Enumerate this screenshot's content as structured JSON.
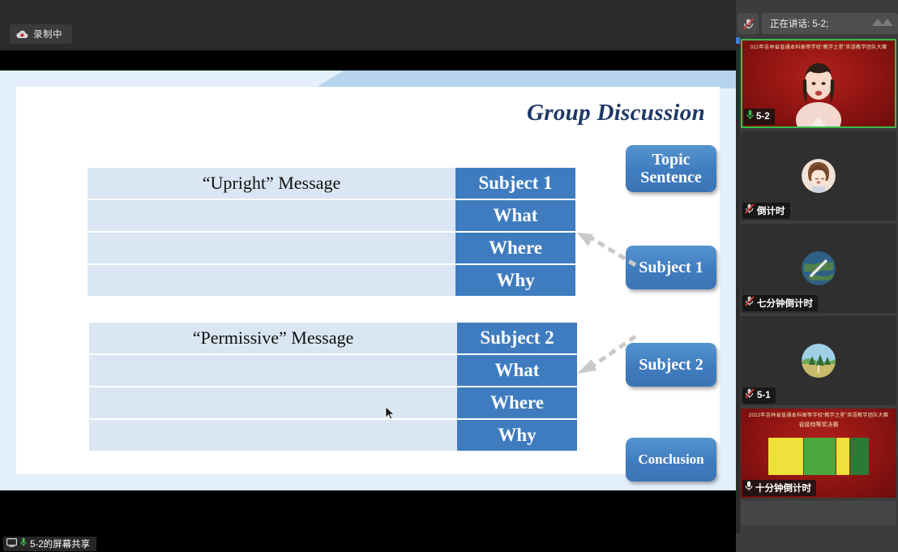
{
  "toolbar": {
    "recording_label": "录制中",
    "recording_icon": "cloud-record-icon"
  },
  "share": {
    "status_label": "5-2的屏幕共享",
    "screen_icon": "screen-share-icon",
    "mic_icon": "microphone-icon"
  },
  "slide": {
    "title": "Group Discussion",
    "tables": [
      {
        "heading": "“Upright” Message",
        "rows": [
          {
            "left": "“Upright” Message",
            "right": "Subject 1"
          },
          {
            "left": "",
            "right": "What"
          },
          {
            "left": "",
            "right": "Where"
          },
          {
            "left": "",
            "right": "Why"
          }
        ]
      },
      {
        "heading": "“Permissive” Message",
        "rows": [
          {
            "left": "“Permissive” Message",
            "right": "Subject 2"
          },
          {
            "left": "",
            "right": "What"
          },
          {
            "left": "",
            "right": "Where"
          },
          {
            "left": "",
            "right": "Why"
          }
        ]
      }
    ],
    "nodes": {
      "topic": "Topic\nSentence",
      "topic_line1": "Topic",
      "topic_line2": "Sentence",
      "subject1": "Subject 1",
      "subject2": "Subject 2",
      "conclusion": "Conclusion"
    },
    "colors": {
      "accent_blue": "#3f7cbf",
      "light_row": "#dae6f3",
      "frame_blue": "#e3f0fb",
      "band_blue": "#b6d4ee",
      "title_navy": "#1f3864"
    }
  },
  "panel": {
    "header": {
      "speaking_label": "正在讲话: 5-2;",
      "mic_icon": "microphone-muted-icon",
      "collapse_icon": "double-chevron-up-icon"
    },
    "tiles": [
      {
        "name": "5-2",
        "mic_icon": "microphone-icon",
        "muted": false,
        "active_speaker": true,
        "kind": "video",
        "banner_line1": "022年吉林省普通本科高等学校“教学之星”英语教学团队大赛",
        "banner_line2": ""
      },
      {
        "name": "倒计时",
        "mic_icon": "microphone-muted-icon",
        "muted": true,
        "active_speaker": false,
        "kind": "avatar-person"
      },
      {
        "name": "七分钟倒计时",
        "mic_icon": "microphone-muted-icon",
        "muted": true,
        "active_speaker": false,
        "kind": "avatar-earth"
      },
      {
        "name": "5-1",
        "mic_icon": "microphone-muted-icon",
        "muted": true,
        "active_speaker": false,
        "kind": "avatar-nature"
      },
      {
        "name": "十分钟倒计时",
        "mic_icon": "microphone-icon",
        "muted": false,
        "active_speaker": false,
        "kind": "banner-bars",
        "banner_line1": "2022年吉林省普通本科高等学校“教学之星”英语教学团队大赛",
        "banner_line2": "省级特等奖决赛"
      }
    ]
  }
}
